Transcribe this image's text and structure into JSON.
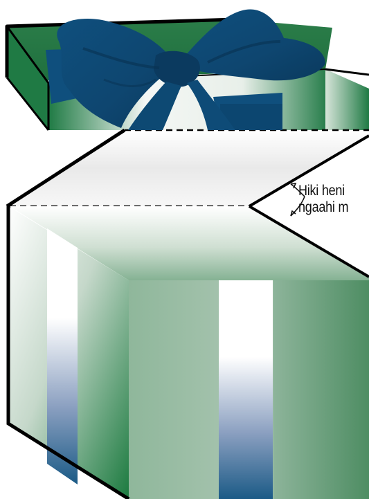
{
  "illustration": {
    "subject": "gift-box-with-bow",
    "colors": {
      "box_green": "#1f7a44",
      "box_light": "#f4f7f5",
      "ribbon_blue": "#0f4f7d",
      "ribbon_dark": "#0b3a5f",
      "outline": "#000000"
    }
  },
  "annotation": {
    "line_1": "Hiki heni",
    "line_2": "ngaahi m",
    "icon": "curved-arrows-icon"
  }
}
